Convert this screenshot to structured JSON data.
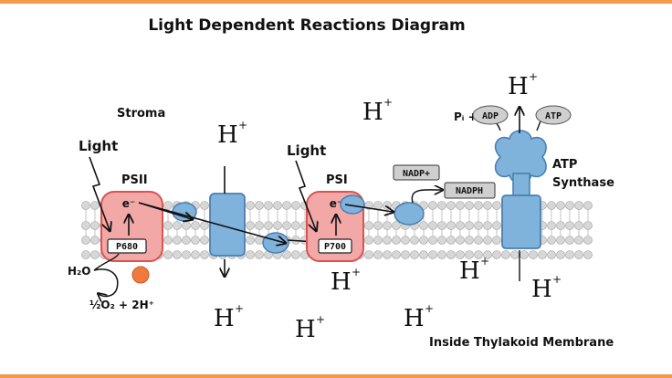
{
  "title": "Light Dependent Reactions Diagram",
  "labels": {
    "stroma": "Stroma",
    "light_1": "Light",
    "light_2": "Light",
    "psii": "PSII",
    "psi": "PSI",
    "electron_1": "e⁻",
    "electron_2": "e⁻",
    "p680": "P680",
    "p700": "P700",
    "nadp_plus": "NADP+",
    "nadph": "NADPH",
    "pi": "Pᵢ +",
    "adp": "ADP",
    "atp": "ATP",
    "atp_synthase_1": "ATP",
    "atp_synthase_2": "Synthase",
    "water": "H₂O",
    "oxygen_products": "½O₂ + 2H⁺",
    "inside": "Inside Thylakoid Membrane"
  },
  "ions": {
    "symbol": "H",
    "charge": "+"
  },
  "colors": {
    "membrane_head": "#d7d7d7",
    "photosystem_fill": "#f3a8a8",
    "photosystem_stroke": "#d9534f",
    "protein_fill": "#7fb3dc",
    "protein_stroke": "#4a7fb0",
    "accent_bar": "#f2994a",
    "electron_carrier": "#f07a3c",
    "pill_fill": "#cfcfcf"
  }
}
